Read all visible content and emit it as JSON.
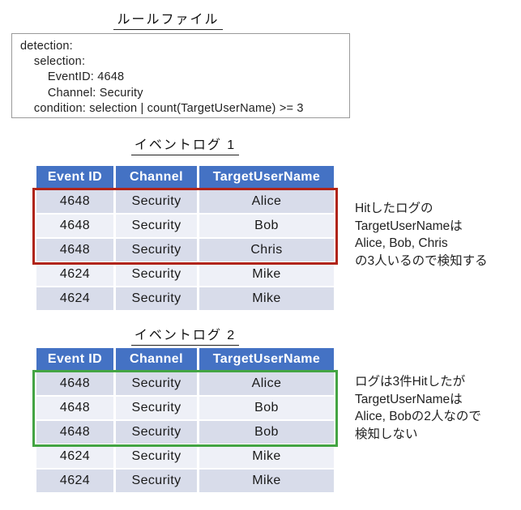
{
  "rule_file": {
    "title": "ルールファイル",
    "code_lines": [
      "detection:",
      "    selection:",
      "        EventID: 4648",
      "        Channel: Security",
      "    condition: selection | count(TargetUserName) >= 3"
    ]
  },
  "event_log_1": {
    "title": "イベントログ 1",
    "columns": [
      "Event ID",
      "Channel",
      "TargetUserName"
    ],
    "rows": [
      [
        "4648",
        "Security",
        "Alice"
      ],
      [
        "4648",
        "Security",
        "Bob"
      ],
      [
        "4648",
        "Security",
        "Chris"
      ],
      [
        "4624",
        "Security",
        "Mike"
      ],
      [
        "4624",
        "Security",
        "Mike"
      ]
    ],
    "annotation_lines": [
      "Hitしたログの",
      "TargetUserNameは",
      "Alice, Bob, Chris",
      "の3人いるので検知する"
    ]
  },
  "event_log_2": {
    "title": "イベントログ 2",
    "columns": [
      "Event ID",
      "Channel",
      "TargetUserName"
    ],
    "rows": [
      [
        "4648",
        "Security",
        "Alice"
      ],
      [
        "4648",
        "Security",
        "Bob"
      ],
      [
        "4648",
        "Security",
        "Bob"
      ],
      [
        "4624",
        "Security",
        "Mike"
      ],
      [
        "4624",
        "Security",
        "Mike"
      ]
    ],
    "annotation_lines": [
      "ログは3件Hitしたが",
      "TargetUserNameは",
      "Alice, Bobの2人なので",
      "検知しない"
    ]
  },
  "colors": {
    "table_header_bg": "#4472C4",
    "table_header_text": "#FFFFFF",
    "row_band_dark": "#D8DCEA",
    "row_band_light": "#EEF0F7",
    "hit_highlight_border": "#B02418",
    "no_hit_highlight_border": "#43A443"
  }
}
